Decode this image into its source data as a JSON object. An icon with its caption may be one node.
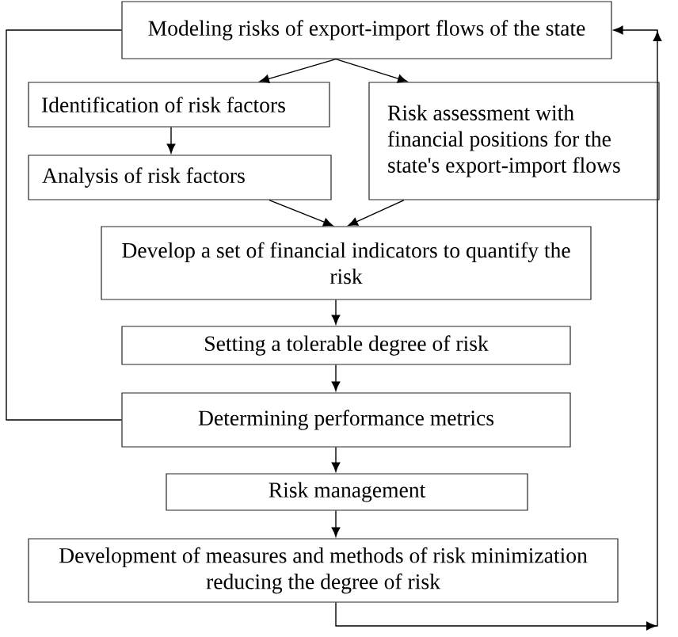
{
  "diagram": {
    "nodes": [
      {
        "text": [
          "Modeling risks of export-import flows of the state"
        ]
      },
      {
        "text": [
          "Identification of risk factors"
        ]
      },
      {
        "text": [
          "Risk assessment with financial positions for the state's export-import flows"
        ]
      },
      {
        "text": [
          "Analysis of risk factors"
        ]
      },
      {
        "text": [
          "Develop a set of financial indicators to quantify the risk"
        ]
      },
      {
        "text": [
          "Setting a tolerable degree of risk"
        ]
      },
      {
        "text": [
          "Determining performance metrics"
        ]
      },
      {
        "text": [
          "Risk management"
        ]
      },
      {
        "text": [
          "Development of measures and methods of risk minimization reducing the degree of risk"
        ]
      }
    ],
    "edges": [
      {
        "from": 0,
        "to": 1,
        "arrow": "to"
      },
      {
        "from": 0,
        "to": 2,
        "arrow": "to"
      },
      {
        "from": 1,
        "to": 3,
        "arrow": "to"
      },
      {
        "from": 3,
        "to": 4,
        "arrow": "to"
      },
      {
        "from": 2,
        "to": 4,
        "arrow": "to"
      },
      {
        "from": 4,
        "to": 5,
        "arrow": "to"
      },
      {
        "from": 5,
        "to": 6,
        "arrow": "to"
      },
      {
        "from": 6,
        "to": 7,
        "arrow": "to"
      },
      {
        "from": 7,
        "to": 8,
        "arrow": "to"
      },
      {
        "from": 6,
        "to": 0,
        "arrow": "none"
      },
      {
        "from": 8,
        "to": 0,
        "arrow": "to"
      }
    ]
  }
}
